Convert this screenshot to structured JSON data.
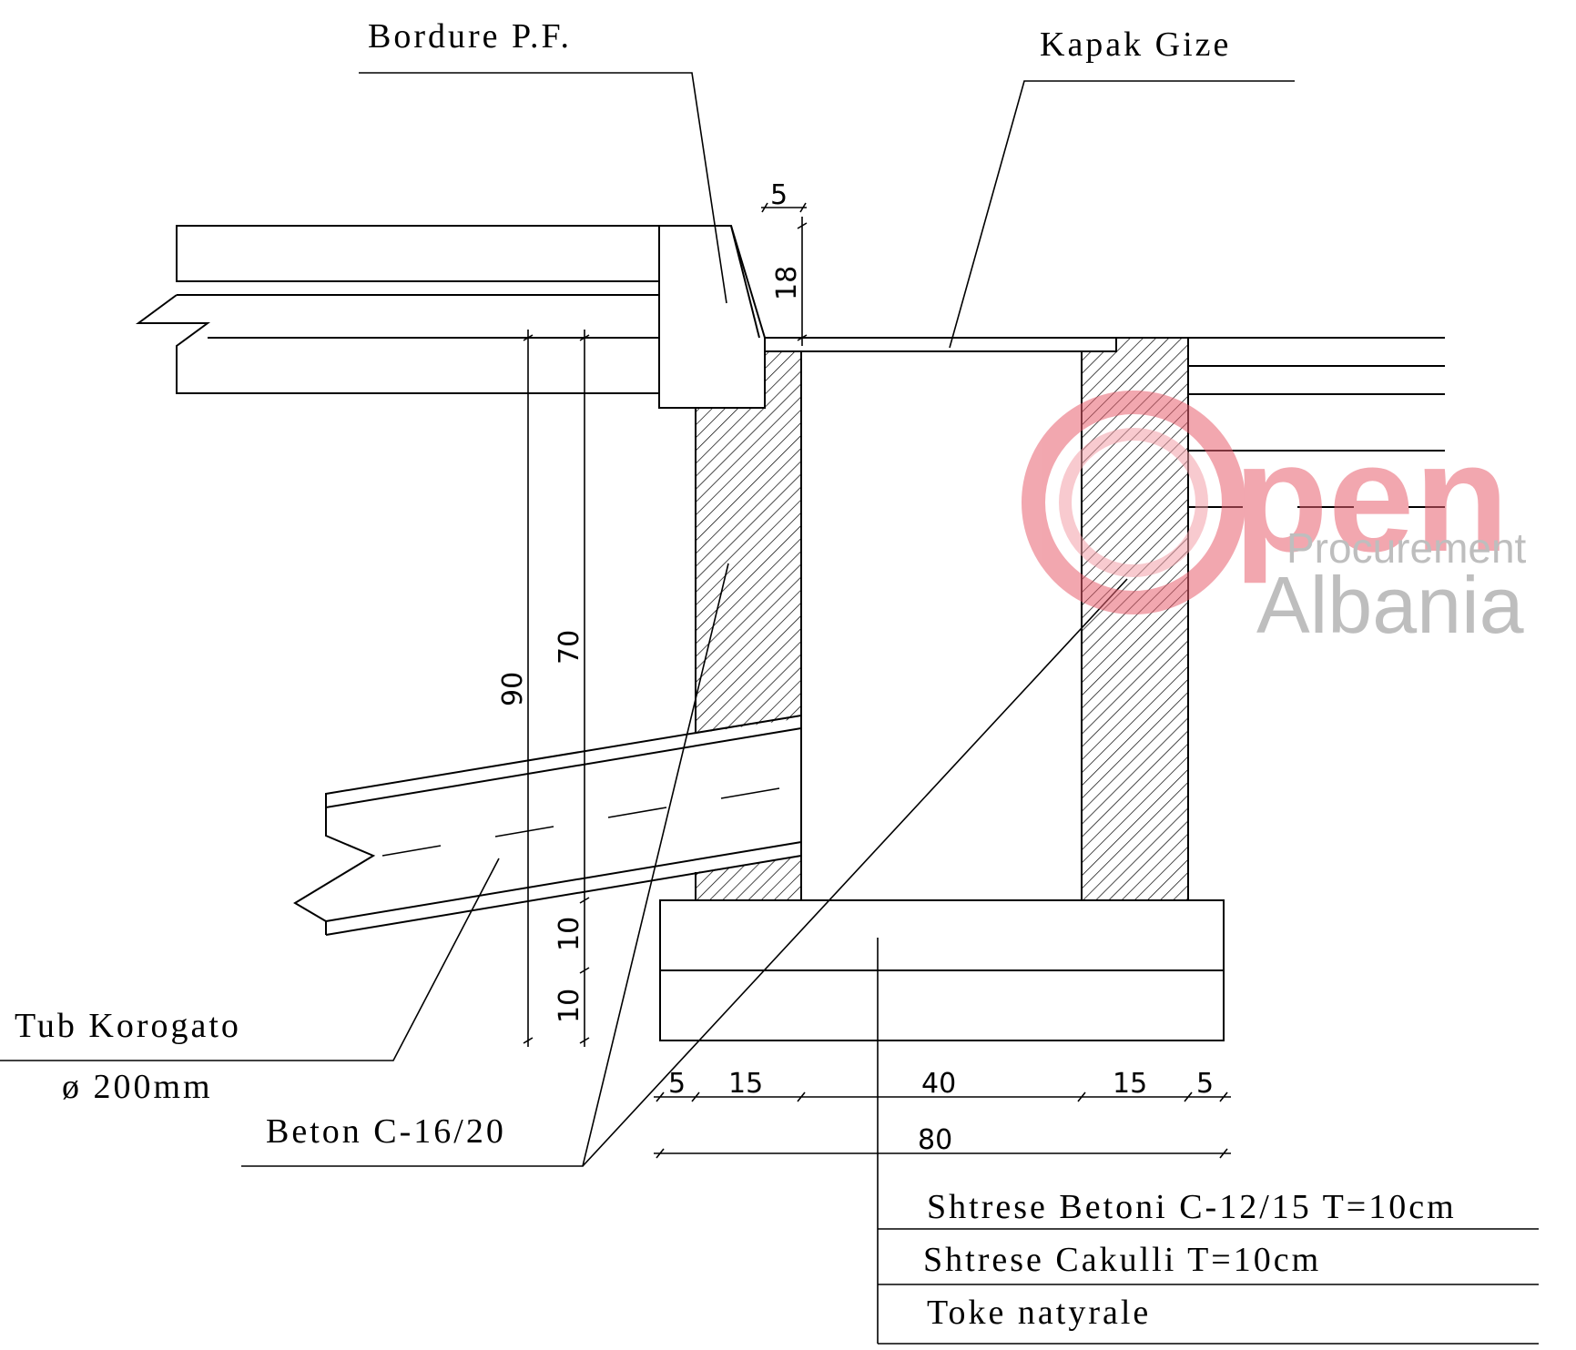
{
  "labels": {
    "bordure": "Bordure P.F.",
    "kapak": "Kapak Gize",
    "tub_line1": "Tub Korogato",
    "tub_line2": "ø 200mm",
    "beton": "Beton  C-16/20",
    "shtrese_betoni": "Shtrese Betoni C-12/15 T=10cm",
    "shtrese_cakulli": "Shtrese Cakulli T=10cm",
    "toke": "Toke natyrale"
  },
  "dimensions": {
    "top_width": "5",
    "curb_height": "18",
    "total_depth": "90",
    "inner_depth": "70",
    "layer_1": "10",
    "layer_2": "10",
    "base_left_offset": "5",
    "left_wall": "15",
    "inner_width": "40",
    "right_wall": "15",
    "base_right_offset": "5",
    "total_width": "80"
  },
  "watermark": {
    "word": "pen",
    "line2": "Procurement",
    "line3": "Albania",
    "color_ring": "#e8606f",
    "color_text": "#8a8a8a"
  }
}
